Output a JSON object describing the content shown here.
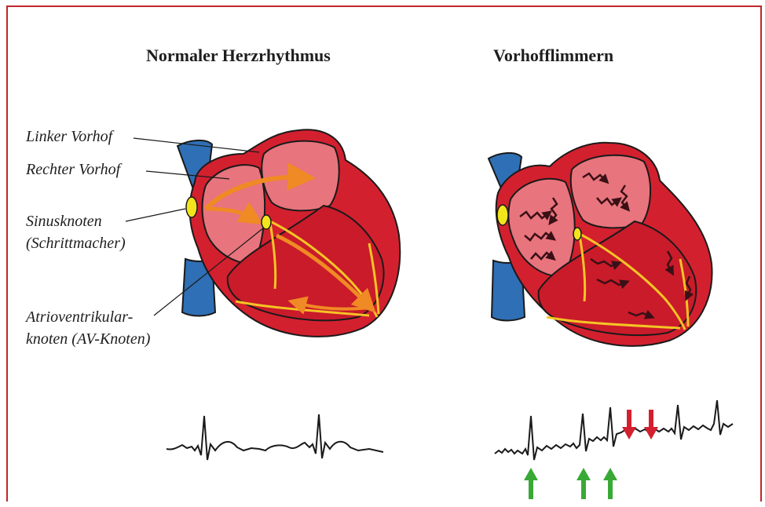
{
  "titles": {
    "normal": "Normaler Herzrhythmus",
    "afib": "Vorhofflimmern"
  },
  "labels": {
    "left_atrium": "Linker Vorhof",
    "right_atrium": "Rechter Vorhof",
    "sinus_node_1": "Sinusknoten",
    "sinus_node_2": "(Schrittmacher)",
    "av_node_1": "Atrioventrikular-",
    "av_node_2": "knoten (AV-Knoten)"
  },
  "colors": {
    "frame": "#c0262c",
    "heart": "#d3202f",
    "heart_light": "#e8747d",
    "vessel": "#2f6fb5",
    "node": "#f2e51c",
    "conduction": "#f4c425",
    "arrow_orange": "#f08a24",
    "arrow_red": "#d3202f",
    "arrow_green": "#39a935"
  }
}
